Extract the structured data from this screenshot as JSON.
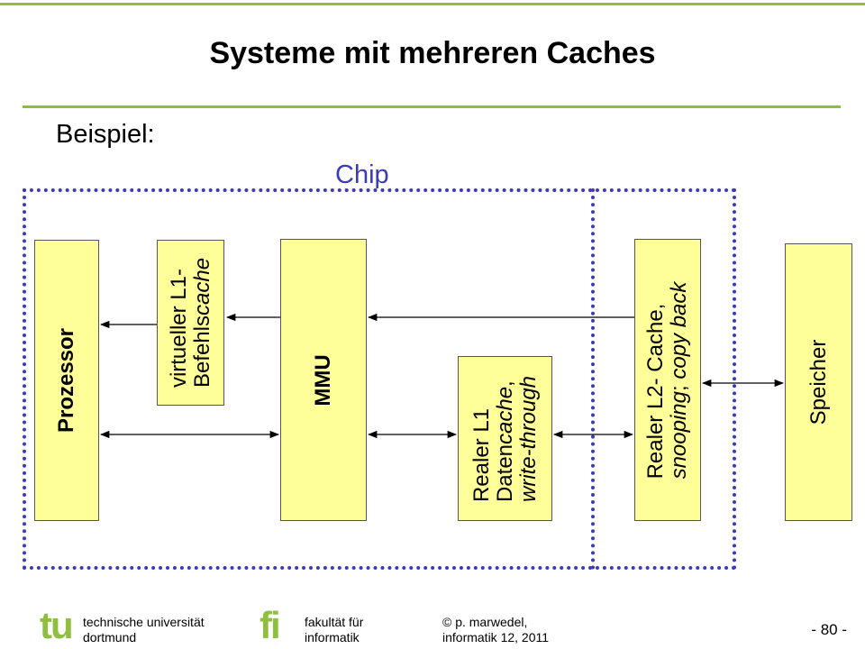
{
  "slide": {
    "title": "Systeme mit mehreren Caches",
    "subtitle": "Beispiel:",
    "chip_label": "Chip"
  },
  "blocks": {
    "prozessor": "Prozessor",
    "l1i_line1": "virtueller  L1-",
    "l1i_line2_plain": "Befehls",
    "l1i_line2_italic": "cache",
    "mmu": "MMU",
    "l1d_line1": "Realer L1",
    "l1d_line2_plain": "Daten",
    "l1d_line2_italic": "cache",
    "l1d_line2_comma": ",",
    "l1d_line3_italic": "write-through",
    "l2_line1": "Realer L2- Cache,",
    "l2_line2_italic1": "snooping",
    "l2_line2_sep": "; ",
    "l2_line2_italic2": "copy back",
    "speicher": "Speicher"
  },
  "colors": {
    "accent_green": "#8fbf3f",
    "chip_blue": "#3b3bb8",
    "block_fill": "#ffff99"
  },
  "footer": {
    "logo_tu": "tu",
    "uni_line1": "technische universität",
    "uni_line2": "dortmund",
    "logo_fi": "fi",
    "fak_line1": "fakultät für",
    "fak_line2": "informatik",
    "author_line1": "© p. marwedel,",
    "author_line2": "informatik 12,  2011",
    "page_number": "-  80 -"
  }
}
